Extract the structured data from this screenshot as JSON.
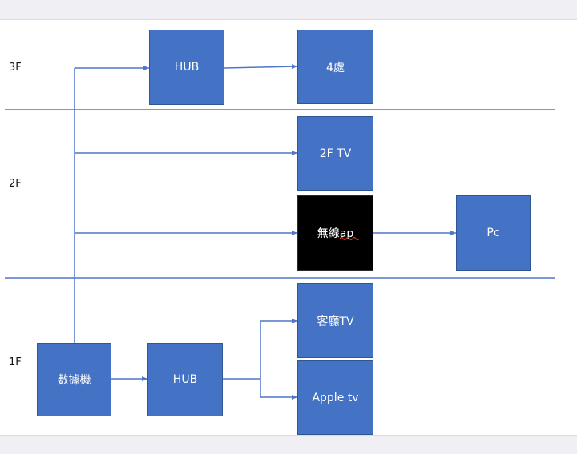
{
  "floors": {
    "f3": "3F",
    "f2": "2F",
    "f1": "1F"
  },
  "nodes": {
    "hub_3f": "HUB",
    "room4": "4處",
    "tv_2f": "2F TV",
    "wireless_ap": "無線ap",
    "pc": "Pc",
    "modem": "數據機",
    "hub_1f": "HUB",
    "living_tv": "客廳TV",
    "apple_tv": "Apple tv"
  },
  "colors": {
    "box_fill": "#4472c4",
    "box_border": "#2f5597",
    "line": "#4f76c7",
    "ap_fill": "#000000"
  }
}
